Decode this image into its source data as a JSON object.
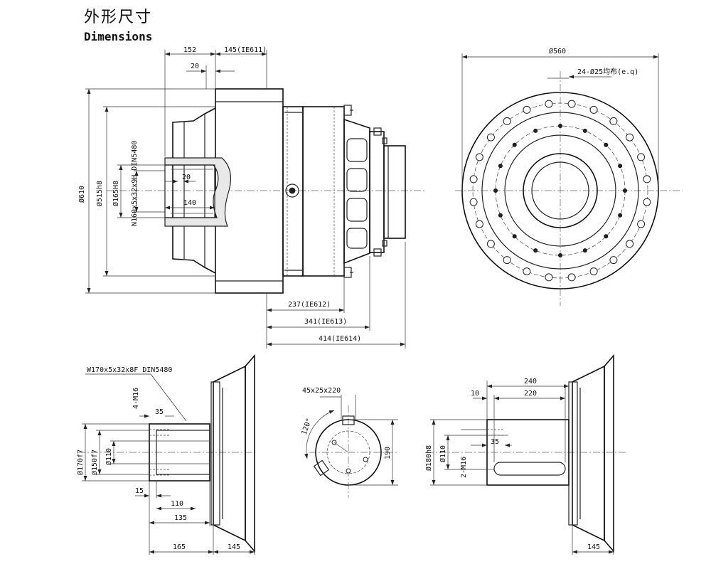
{
  "title": {
    "cn": "外形尺寸",
    "en": "Dimensions"
  },
  "side_view": {
    "labels": {
      "d610": "Ø610",
      "d515": "Ø515h8",
      "d165": "Ø165H8",
      "spline": "N160x5x32x9H DIN5480",
      "len152": "152",
      "len145_ie611": "145(IE611)",
      "len20_top": "20",
      "len20_inner": "20",
      "len140": "140",
      "len237": "237(IE612)",
      "len341": "341(IE613)",
      "len414": "414(IE614)"
    }
  },
  "front_view": {
    "labels": {
      "d560": "Ø560",
      "holes": "24-Ø25均布(e.q)"
    }
  },
  "shaft_spline": {
    "labels": {
      "spline": "W170x5x32x8F DIN5480",
      "m16": "4-M16",
      "len35": "35",
      "d170": "Ø170f7",
      "d150": "Ø150f7",
      "d110": "Ø110",
      "len15": "15",
      "len110": "110",
      "len135": "135",
      "len165": "165",
      "len145": "145"
    }
  },
  "key_end": {
    "labels": {
      "key": "45x25x220",
      "angle": "120°",
      "len190": "190"
    }
  },
  "shaft_key": {
    "labels": {
      "len240": "240",
      "len10": "10",
      "len220": "220",
      "d180": "Ø180h8",
      "d110": "Ø110",
      "m16": "2-M16",
      "len35": "35",
      "len145": "145"
    }
  }
}
